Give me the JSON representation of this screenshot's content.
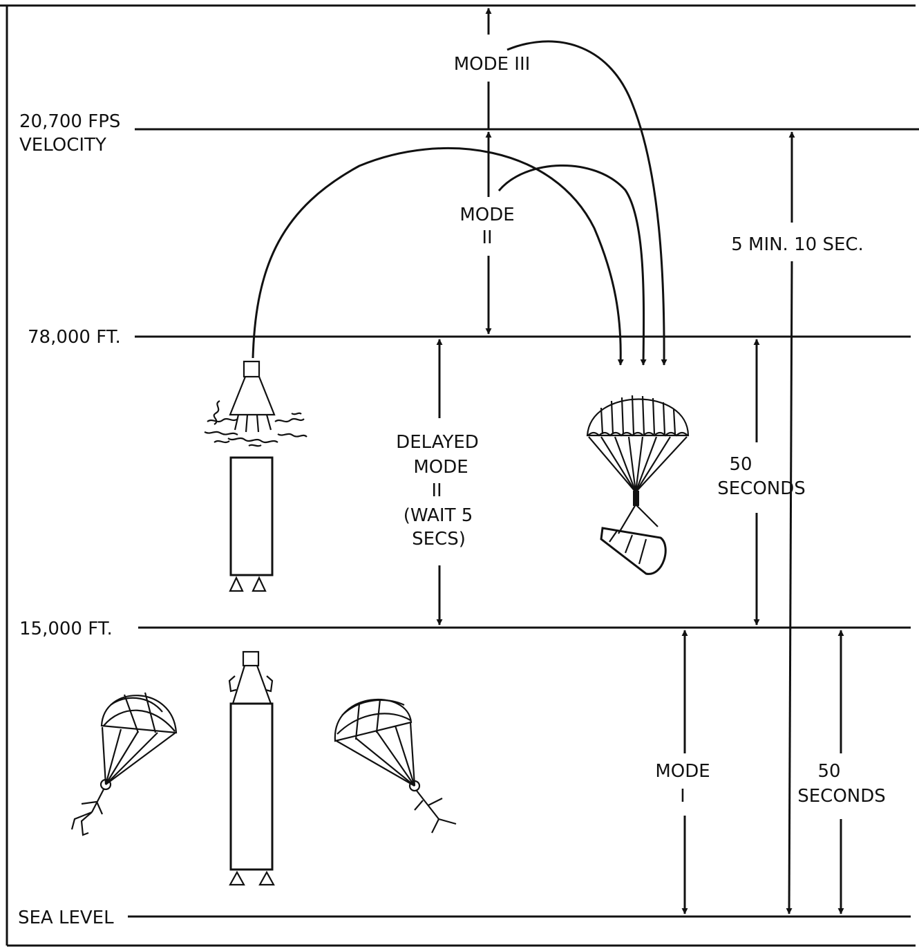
{
  "altitude_labels": {
    "velocity_line1": "20,700 FPS",
    "velocity_line2": "VELOCITY",
    "alt_78000": "78,000 FT.",
    "alt_15000": "15,000 FT.",
    "sea_level": "SEA LEVEL"
  },
  "mode_labels": {
    "mode3": "MODE III",
    "mode2_line1": "MODE",
    "mode2_line2": "II",
    "delayed_line1": "DELAYED",
    "delayed_line2": "MODE",
    "delayed_line3": "II",
    "delayed_line4": "(WAIT 5",
    "delayed_line5": "SECS)",
    "mode1_line1": "MODE",
    "mode1_line2": "I"
  },
  "time_labels": {
    "total": "5 MIN. 10 SEC.",
    "upper_line1": "50",
    "upper_line2": "SECONDS",
    "lower_line1": "50",
    "lower_line2": "SECONDS"
  }
}
